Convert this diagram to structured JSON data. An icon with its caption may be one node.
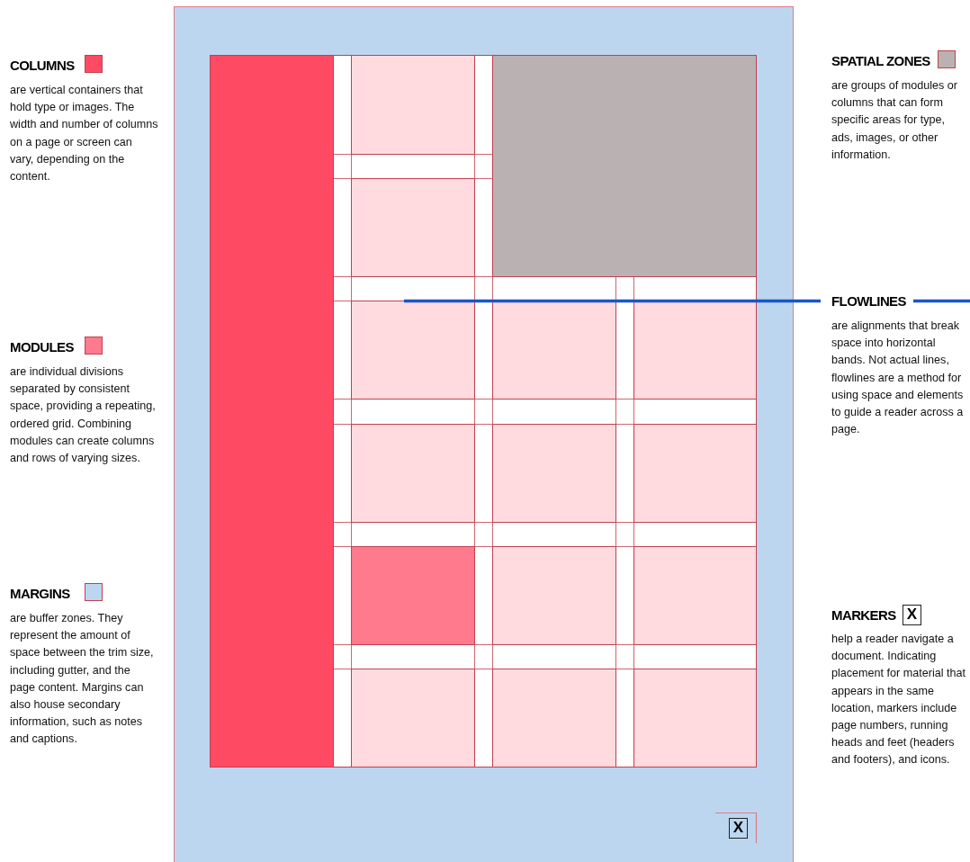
{
  "diagram": {
    "legend": [
      {
        "text": "COLUMNS",
        "color": "#ff4a63"
      },
      {
        "text": "SPATIAL ZONES",
        "color": "#bab2b2"
      },
      {
        "text": "FLOWLINES"
      },
      {
        "text": "MODULES",
        "color": "#ff7a8c"
      },
      {
        "text": "MARGINS",
        "color": "#bcd6f0"
      },
      {
        "text": "MARKERS"
      }
    ],
    "labels": [
      "are vertical containers that hold type or images. The width and number of columns on a page or screen can vary, depending on the content.",
      "are groups of modules or columns that can form specific areas for type, ads, images, or other information.",
      "are alignments that break space into horizontal bands. Not actual lines, flowlines are a method for using space and elements to guide a reader across a page.",
      "are individual divisions separated by consistent space, providing a repeating, ordered grid. Combining modules can create columns and rows of varying sizes.",
      "X",
      "are buffer zones. They represent the amount of space between the trim size, including gutter, and the page content. Margins can also house secondary information, such as notes and captions.",
      "help a reader navigate a document. Indicating placement for material that appears in the same location, markers include page numbers, running heads and feet (headers and footers), and icons.",
      "X"
    ]
  }
}
